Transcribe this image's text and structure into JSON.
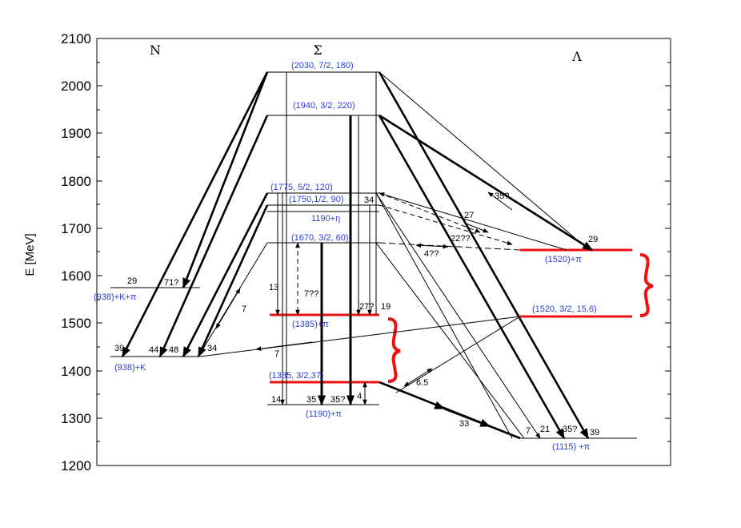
{
  "colors": {
    "state_text": "#2a3fd8",
    "highlight": "#ee1111",
    "ink": "#000000"
  },
  "axis": {
    "ylabel": "E [MeV]",
    "ylim": [
      1200,
      2100
    ],
    "ticks": [
      "1200",
      "1300",
      "1400",
      "1500",
      "1600",
      "1700",
      "1800",
      "1900",
      "2000",
      "2100"
    ]
  },
  "columns": {
    "n": "N",
    "sigma": "Σ",
    "lambda": "Λ"
  },
  "states": {
    "s2030": "(2030, 7/2, 180)",
    "s1940": "(1940, 3/2, 220)",
    "s1775": "(1775, 5/2, 120)",
    "s1750": "(1750,1/2, 90)",
    "eta": "1190+η",
    "s1670": "(1670, 3/2, 60)",
    "s1385pi": "(1385)+π",
    "s1385": "(1385, 3/2,37)",
    "s1190pi": "(1190)+π",
    "nkpi": "(938)+K+π",
    "nk": "(938)+K",
    "l1520pi": "(1520)+π",
    "l1520": "(1520, 3/2, 15.6)",
    "l1115pi": "(1115) +π"
  },
  "branching": {
    "n29": "29",
    "n71": "71?",
    "n39": "39",
    "n44": "44",
    "n48": "48",
    "n34": "34",
    "n7a": "7",
    "n7b": "7",
    "n13": "13",
    "n7q": "7??",
    "n27q": "27?",
    "n19": "19",
    "n34b": "34",
    "n14": "14",
    "n35a": "35",
    "n35q": "35?",
    "n4": "4",
    "n65": "6.5",
    "n33": "33",
    "n35qb": "35?",
    "n27": "27",
    "n22qq": "22??",
    "n4qq": "4??",
    "n29b": "29",
    "l7": "7",
    "l21": "21",
    "l35q": "35?",
    "l39": "39"
  }
}
